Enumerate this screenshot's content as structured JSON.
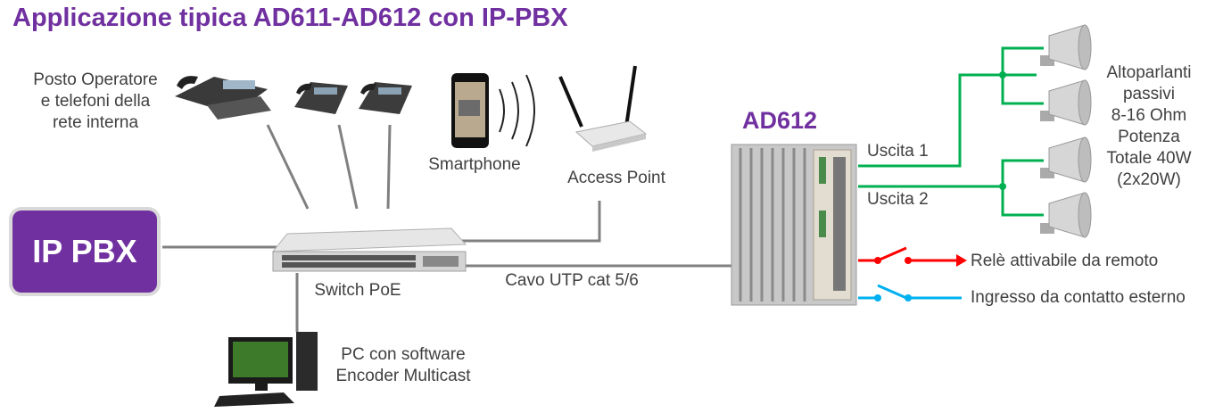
{
  "title": "Applicazione tipica AD611-AD612 con IP-PBX",
  "labels": {
    "operator_line1": "Posto Operatore",
    "operator_line2": "e telefoni della",
    "operator_line3": "rete interna",
    "smartphone": "Smartphone",
    "access_point": "Access Point",
    "ip_pbx": "IP PBX",
    "switch": "Switch PoE",
    "cable": "Cavo UTP cat 5/6",
    "pc_line1": "PC con software",
    "pc_line2": "Encoder Multicast",
    "device": "AD612",
    "out1": "Uscita 1",
    "out2": "Uscita 2",
    "speakers_line1": "Altoparlanti",
    "speakers_line2": "passivi",
    "speakers_line3": "8-16 Ohm",
    "speakers_line4": "Potenza",
    "speakers_line5": "Totale 40W",
    "speakers_line6": "(2x20W)",
    "relay": "Relè attivabile da remoto",
    "input": "Ingresso da contatto esterno"
  },
  "colors": {
    "title": "#7030a0",
    "pbx_box": "#7030a0",
    "text": "#404040",
    "cable": "#808080",
    "output_line": "#00b050",
    "relay_line": "#ff0000",
    "input_line": "#00b0f0"
  }
}
